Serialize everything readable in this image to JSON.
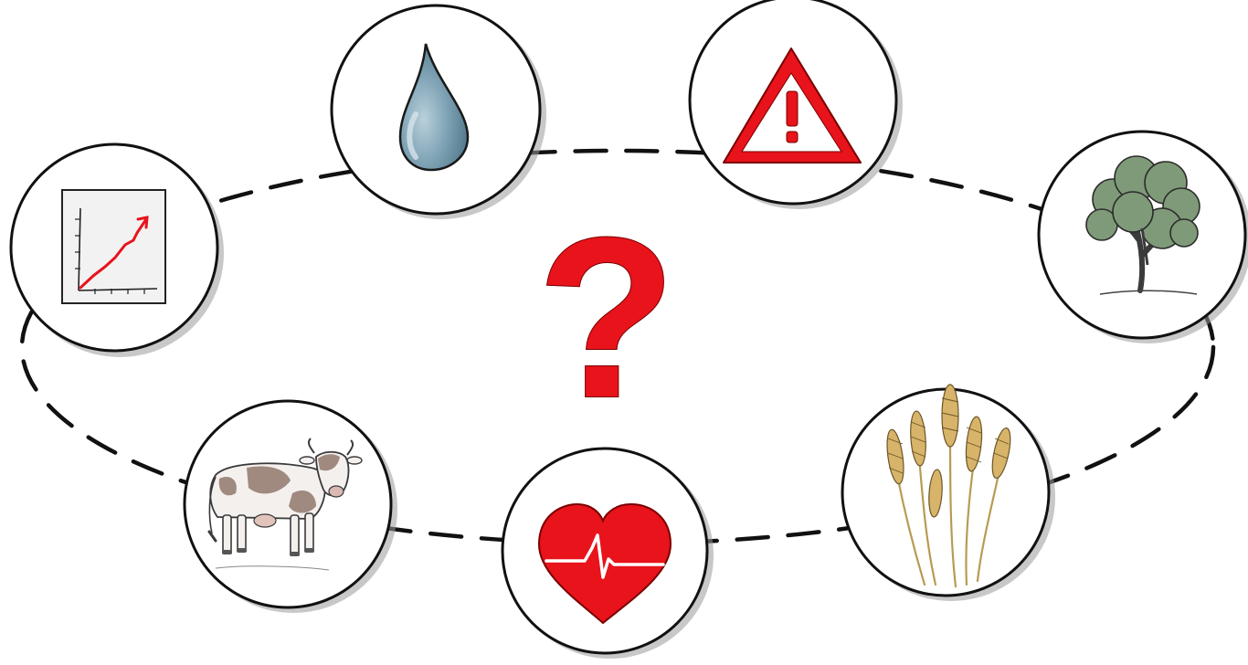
{
  "diagram": {
    "central_symbol": "?",
    "nodes": [
      {
        "id": "growth-chart",
        "icon": "growth-chart-icon"
      },
      {
        "id": "water-drop",
        "icon": "water-drop-icon"
      },
      {
        "id": "warning",
        "icon": "warning-triangle-icon"
      },
      {
        "id": "tree",
        "icon": "tree-icon"
      },
      {
        "id": "wheat",
        "icon": "wheat-icon"
      },
      {
        "id": "heart",
        "icon": "heartbeat-icon"
      },
      {
        "id": "cow",
        "icon": "cow-icon"
      }
    ],
    "colors": {
      "accent_red": "#e8131b",
      "water_blue": "#6d95a8",
      "tree_green": "#7f9a78",
      "wheat_gold": "#d7b46a",
      "cow_brown": "#a08a80",
      "outline": "#111111",
      "shadow": "#9a9a9a"
    }
  }
}
